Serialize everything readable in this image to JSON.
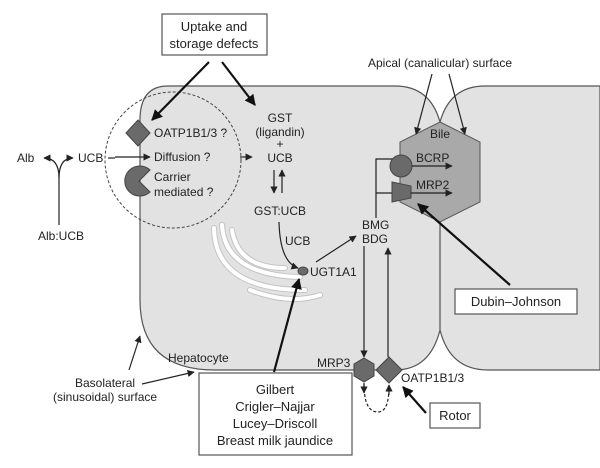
{
  "diagram": {
    "title_boxes": {
      "uptake": [
        "Uptake and",
        "storage defects"
      ],
      "ugt_disorders": [
        "Gilbert",
        "Crigler–Najjar",
        "Lucey–Driscoll",
        "Breast milk jaundice"
      ],
      "dubin_johnson": "Dubin–Johnson",
      "rotor": "Rotor"
    },
    "labels": {
      "apical_surface": "Apical (canalicular) surface",
      "bile": "Bile",
      "bcrp": "BCRP",
      "mrp2": "MRP2",
      "bmg": "BMG",
      "bdg": "BDG",
      "ugt1a1": "UGT1A1",
      "gst_ucb": "GST:UCB",
      "ucb_mid": "UCB",
      "gst": "GST",
      "ligandin": "(ligandin)",
      "plus": "+",
      "ucb_right": "UCB",
      "oatp_q": "OATP1B1/3 ?",
      "diffusion_q": "Diffusion ?",
      "carrier": "Carrier",
      "mediated_q": "mediated ?",
      "alb": "Alb",
      "ucb_left": "UCB",
      "alb_ucb": "Alb:UCB",
      "hepatocyte": "Hepatocyte",
      "basolateral": "Basolateral",
      "sinusoidal": "(sinusoidal) surface",
      "mrp3": "MRP3",
      "oatp_bottom": "OATP1B1/3"
    },
    "icons": {
      "oatp": "diamond-transporter",
      "carrier": "pacman-transporter",
      "bcrp": "circle-transporter",
      "mrp2": "trapezoid-transporter",
      "mrp3": "hexagon-transporter",
      "oatp_bottom": "diamond-transporter",
      "ugt1a1": "ellipse-enzyme",
      "er": "endoplasmic-reticulum"
    },
    "colors": {
      "cell_fill": "#e2e2e2",
      "transporter_fill": "#6a6a6a",
      "bile_fill": "#a9a9a9"
    }
  }
}
